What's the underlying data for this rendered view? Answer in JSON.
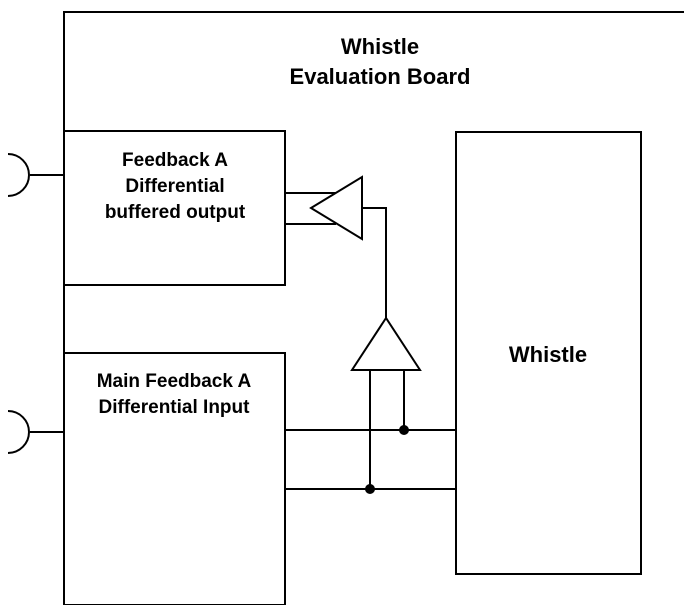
{
  "board": {
    "title_line1": "Whistle",
    "title_line2": "Evaluation Board"
  },
  "feedback_output_block": {
    "line1": "Feedback A",
    "line2": "Differential",
    "line3": "buffered output"
  },
  "feedback_input_block": {
    "line1": "Main Feedback A",
    "line2": "Differential  Input"
  },
  "chip": {
    "label": "Whistle"
  }
}
